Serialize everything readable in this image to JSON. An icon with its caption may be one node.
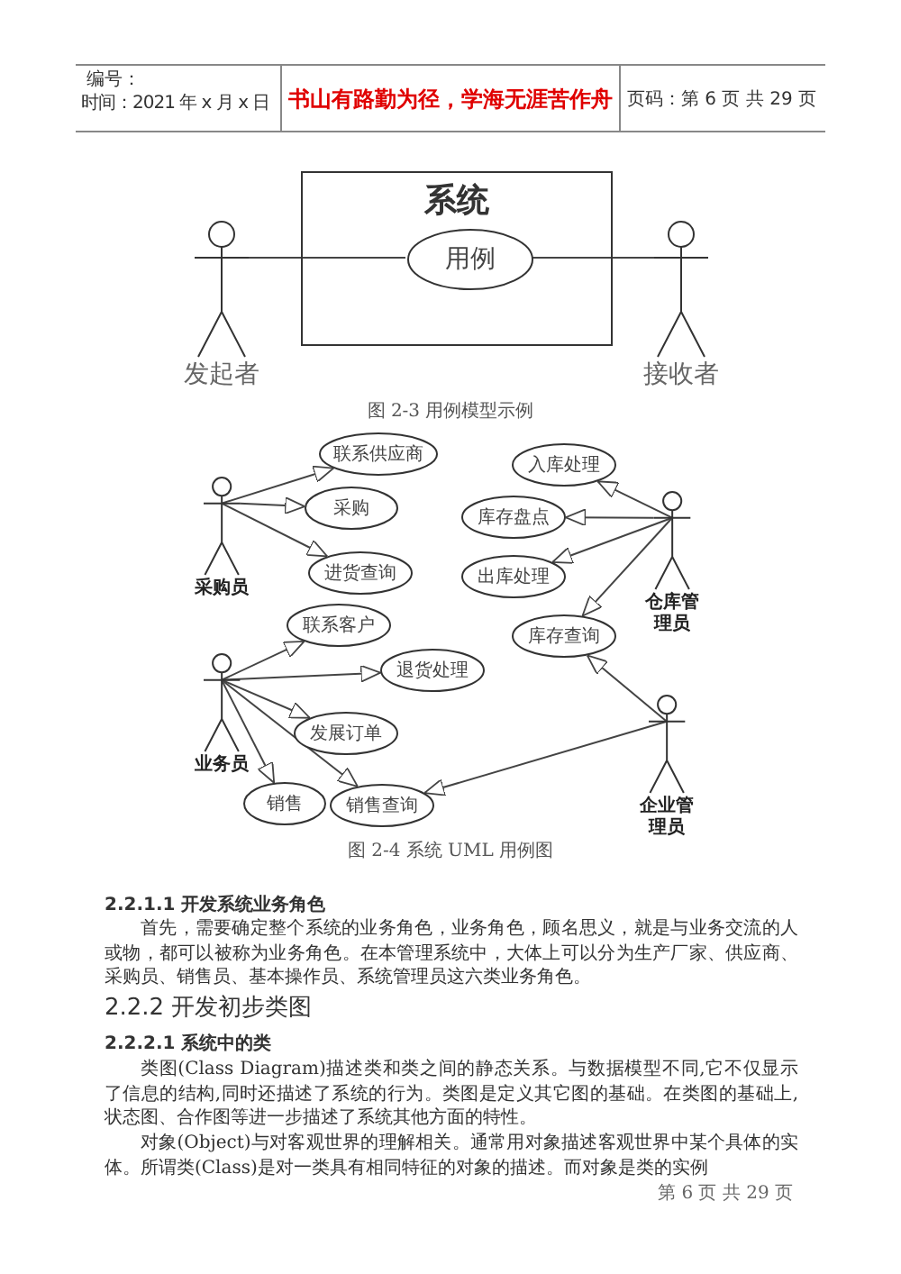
{
  "diagram": {
    "nodes": [
      {
        "text": [
          "系统"
        ]
      },
      {
        "text": [
          "用例"
        ],
        "in": 0
      },
      {
        "text": [
          "发起者"
        ]
      },
      {
        "text": [
          "接收者"
        ]
      },
      {
        "text": [
          "采购员"
        ]
      },
      {
        "text": [
          "联系供应商"
        ]
      },
      {
        "text": [
          "采购"
        ]
      },
      {
        "text": [
          "进货查询"
        ]
      },
      {
        "text": [
          "入库处理"
        ]
      },
      {
        "text": [
          "仓库管理员"
        ]
      },
      {
        "text": [
          "库存盘点"
        ]
      },
      {
        "text": [
          "出库处理"
        ]
      },
      {
        "text": [
          "库存查询"
        ]
      },
      {
        "text": [
          "联系客户"
        ]
      },
      {
        "text": [
          "业务员"
        ]
      },
      {
        "text": [
          "退货处理"
        ]
      },
      {
        "text": [
          "发展订单"
        ]
      },
      {
        "text": [
          "销售"
        ]
      },
      {
        "text": [
          "销售查询"
        ]
      },
      {
        "text": [
          "企业管理员"
        ]
      }
    ],
    "edges": [
      {
        "from": 2,
        "to": 1,
        "arrow": "none"
      },
      {
        "from": 3,
        "to": 1,
        "arrow": "none"
      },
      {
        "from": 4,
        "to": 5,
        "arrow": "to"
      },
      {
        "from": 4,
        "to": 6,
        "arrow": "to"
      },
      {
        "from": 4,
        "to": 7,
        "arrow": "to"
      },
      {
        "from": 9,
        "to": 8,
        "arrow": "to"
      },
      {
        "from": 9,
        "to": 10,
        "arrow": "to"
      },
      {
        "from": 9,
        "to": 11,
        "arrow": "to"
      },
      {
        "from": 9,
        "to": 12,
        "arrow": "to"
      },
      {
        "from": 14,
        "to": 13,
        "arrow": "to"
      },
      {
        "from": 14,
        "to": 15,
        "arrow": "to"
      },
      {
        "from": 14,
        "to": 16,
        "arrow": "to"
      },
      {
        "from": 14,
        "to": 17,
        "arrow": "to"
      },
      {
        "from": 14,
        "to": 18,
        "arrow": "to"
      },
      {
        "from": 19,
        "to": 12,
        "arrow": "to"
      },
      {
        "from": 19,
        "to": 18,
        "arrow": "to"
      }
    ],
    "labels": [
      "编号：",
      "时间：2021 年 x 月 x 日",
      "书山有路勤为径，学海无涯苦作舟",
      "页码：第 6 页 共 29 页",
      "图 2-3 用例模型示例",
      "图 2-4 系统 UML 用例图",
      "2.2.1.1 开发系统业务角色",
      "首先，需要确定整个系统的业务角色，业务角色，顾名思义，就是与业务交流的人或物，都可以被称为业务角色。在本管理系统中，大体上可以分为生产厂家、供应商、采购员、销售员、基本操作员、系统管理员这六类业务角色。",
      "2.2.2 开发初步类图",
      "2.2.2.1 系统中的类",
      "类图(Class Diagram)描述类和类之间的静态关系。与数据模型不同,它不仅显示了信息的结构,同时还描述了系统的行为。类图是定义其它图的基础。在类图的基础上,状态图、合作图等进一步描述了系统其他方面的特性。",
      "对象(Object)与对客观世界的理解相关。通常用对象描述客观世界中某个具体的实体。所谓类(Class)是对一类具有相同特征的对象的描述。而对象是类的实例",
      "第 6 页 共 29 页"
    ]
  }
}
